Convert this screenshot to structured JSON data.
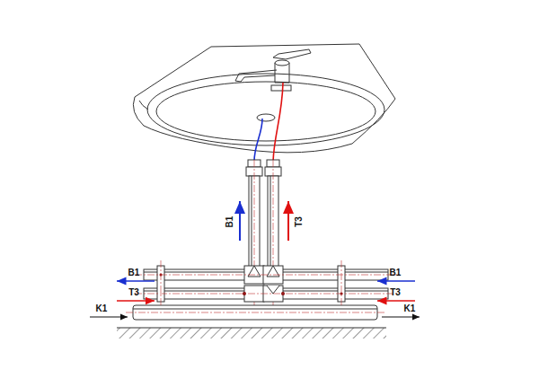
{
  "diagram": {
    "labels": [
      "B1",
      "T3",
      "B1",
      "B1",
      "T3",
      "T3",
      "K1",
      "K1"
    ]
  }
}
